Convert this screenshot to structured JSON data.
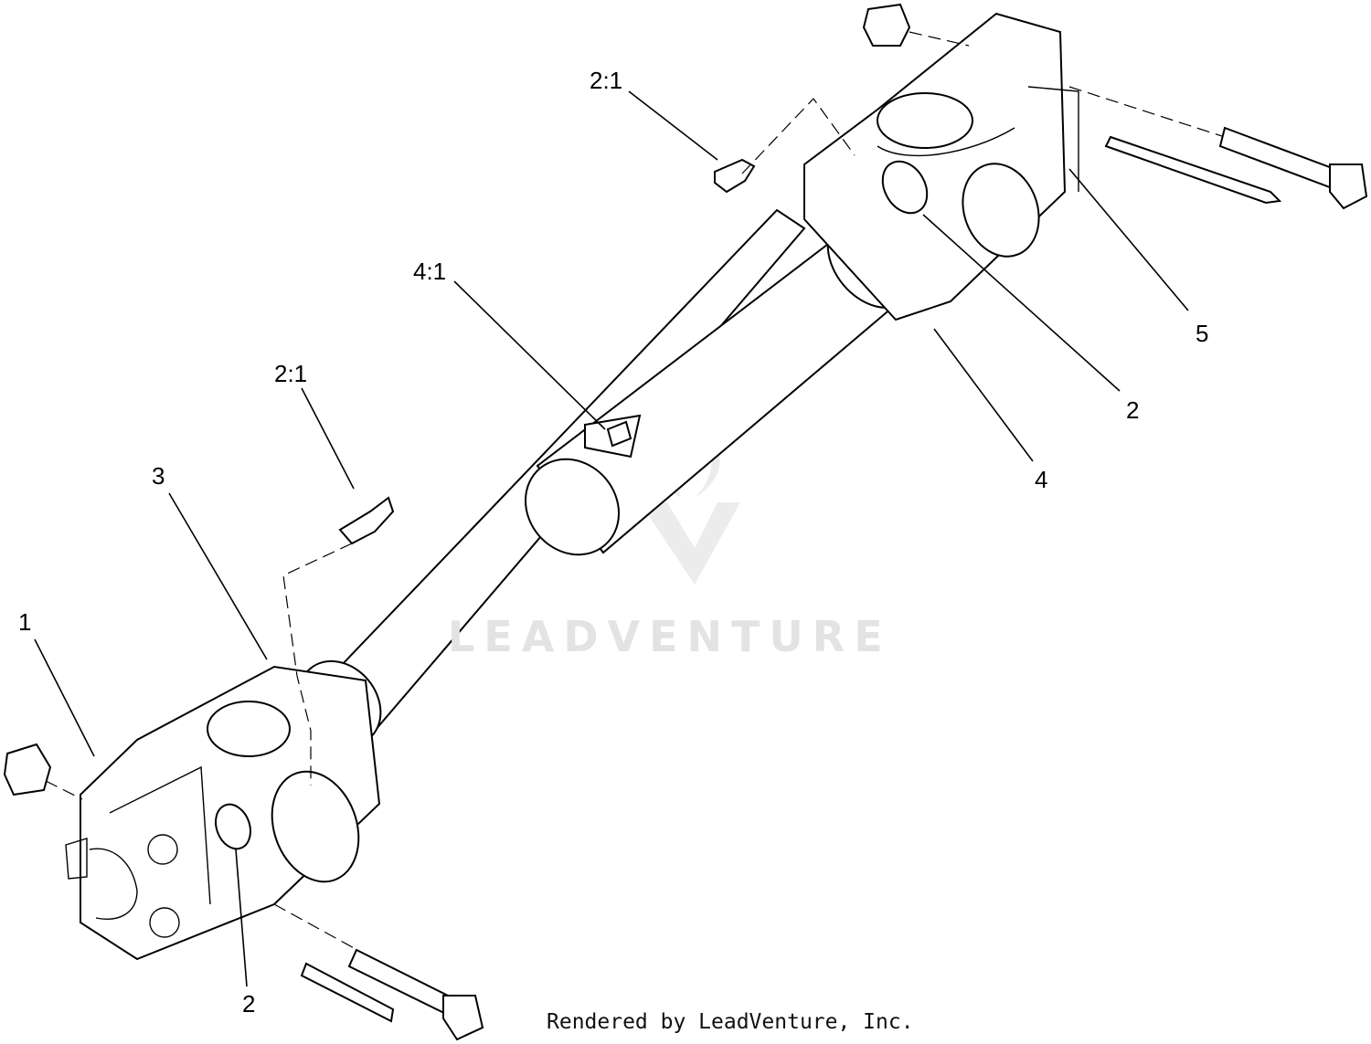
{
  "callouts": {
    "part_1": "1",
    "part_2_left": "2",
    "part_2_right": "2",
    "part_3": "3",
    "part_4": "4",
    "part_5": "5",
    "fitting_2_1_top": "2:1",
    "fitting_2_1_left": "2:1",
    "fitting_4_1": "4:1"
  },
  "watermark": "LEADVENTURE",
  "footer": "Rendered by LeadVenture, Inc."
}
